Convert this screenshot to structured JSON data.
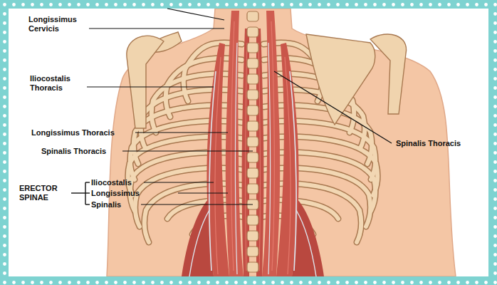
{
  "diagram": {
    "labels": [
      "Longissimus Cervicis",
      "Iliocostalis Thoracis",
      "Longissimus Thoracis",
      "Spinalis Thoracis",
      "ERECTOR SPINAE",
      "Iliocostalis",
      "Longissimus",
      "Spinalis",
      "Spinalis Thoracis"
    ]
  }
}
